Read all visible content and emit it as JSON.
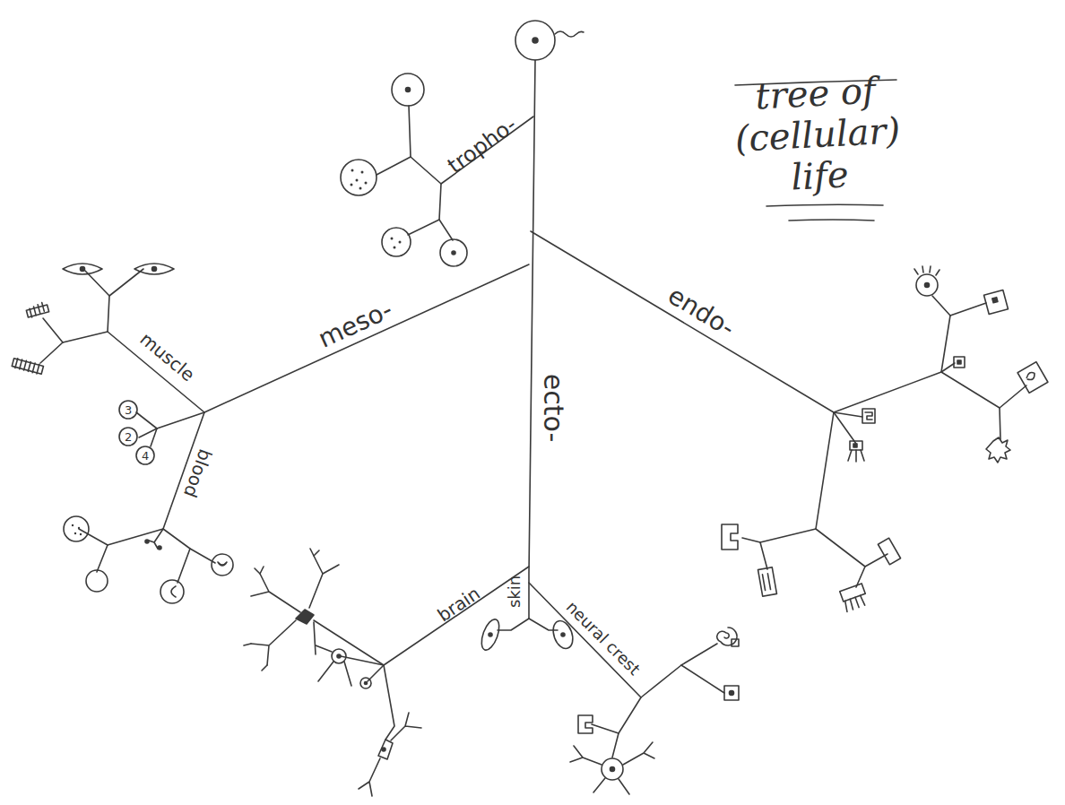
{
  "diagram": {
    "title": "tree of (cellular) life",
    "labels": [
      "tropho-",
      "meso-",
      "endo-",
      "ecto-",
      "muscle",
      "blood",
      "brain",
      "skin",
      "neural crest",
      "3",
      "2",
      "4"
    ]
  }
}
